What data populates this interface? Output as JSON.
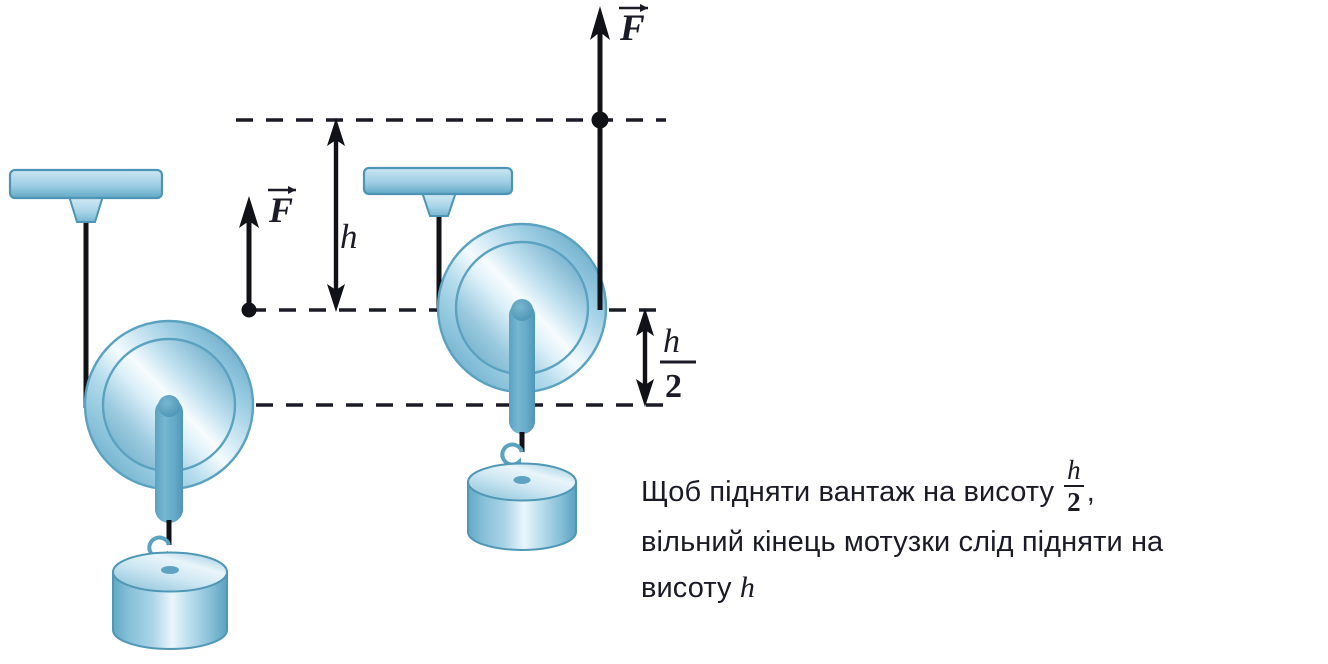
{
  "figure": {
    "title": "Movable pulley mechanical advantage diagram",
    "background_color": "#ffffff",
    "ink_color": "#1b1b27",
    "metal_edge_color": "#4e95b5",
    "metal_light_color": "#f2fafd",
    "metal_mid_color": "#8cc3da",
    "metal_dark_color": "#5ea3c1"
  },
  "labels": {
    "force_left": "F",
    "force_right": "F",
    "height_full": "h",
    "height_half_numerator": "h",
    "height_half_denominator": "2"
  },
  "caption": {
    "line1_before": "Щоб підняти вантаж на висоту",
    "line1_fraction_numerator": "h",
    "line1_fraction_denominator": "2",
    "line1_after": ",",
    "line2": "вільний кінець мотузки слід підняти на",
    "line3_before": "висоту",
    "line3_symbol": "h"
  },
  "parts": {
    "ceiling_bracket": "ceiling-bracket",
    "pulley_wheel": "pulley-wheel",
    "pulley_hanger": "pulley-hanger",
    "load_cylinder": "load-weight",
    "rope": "rope",
    "hook": "hook"
  }
}
